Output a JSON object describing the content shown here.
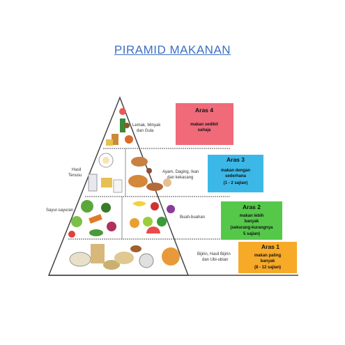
{
  "title": "PIRAMID MAKANAN",
  "levels": [
    {
      "aras": "Aras 4",
      "food": [
        "Lemak, Minyak",
        "dan Gula"
      ],
      "desc": [
        "makan sedikit",
        "sahaja"
      ],
      "color": "#f06a7a"
    },
    {
      "aras": "Aras 3",
      "food": [
        "Ayam, Daging, Ikan",
        "dan kekacang"
      ],
      "side": [
        "Hasil",
        "Tenusu"
      ],
      "desc": [
        "makan dengan",
        "sederhana",
        "(1 - 2 sajian)"
      ],
      "color": "#3cb8e8"
    },
    {
      "aras": "Aras 2",
      "food": [
        "Buah-buahan"
      ],
      "side": [
        "Sayur-sayuran"
      ],
      "desc": [
        "makan lebih",
        "banyak",
        "(sekurang-kurangnya",
        "5 sajian)"
      ],
      "color": "#55c84a"
    },
    {
      "aras": "Aras 1",
      "food": [
        "Bijirin, Hasil Bijirin",
        "dan Ubi-ubian"
      ],
      "desc": [
        "makan paling",
        "banyak",
        "(8 - 12 sajian)"
      ],
      "color": "#f7a928"
    }
  ]
}
